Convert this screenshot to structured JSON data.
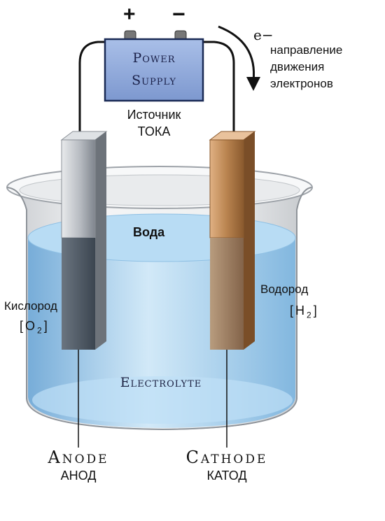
{
  "battery": {
    "plus_sign": "+",
    "minus_sign": "−",
    "line1": "Power",
    "line2": "Supply",
    "caption_line1": "Источник",
    "caption_line2": "ТОКА"
  },
  "electron": {
    "symbol": "e−",
    "caption_line1": "направление",
    "caption_line2": "движения",
    "caption_line3": "электронов"
  },
  "liquid": {
    "water_label": "Вода",
    "electrolyte_label": "Electrolyte"
  },
  "anode": {
    "gas_name": "Кислород",
    "gas_formula": "[O",
    "gas_subscript": "2",
    "gas_close": "]",
    "label_en": "Anode",
    "label_ru": "АНОД"
  },
  "cathode": {
    "gas_name": "Водород",
    "gas_formula": "[H",
    "gas_subscript": "2",
    "gas_close": "]",
    "label_en": "Cathode",
    "label_ru": "КАТОД"
  },
  "colors": {
    "battery_fill": "#8ea9dc",
    "water": "#a9d3f0",
    "anode": "#b9bdc3",
    "cathode": "#b98552"
  }
}
